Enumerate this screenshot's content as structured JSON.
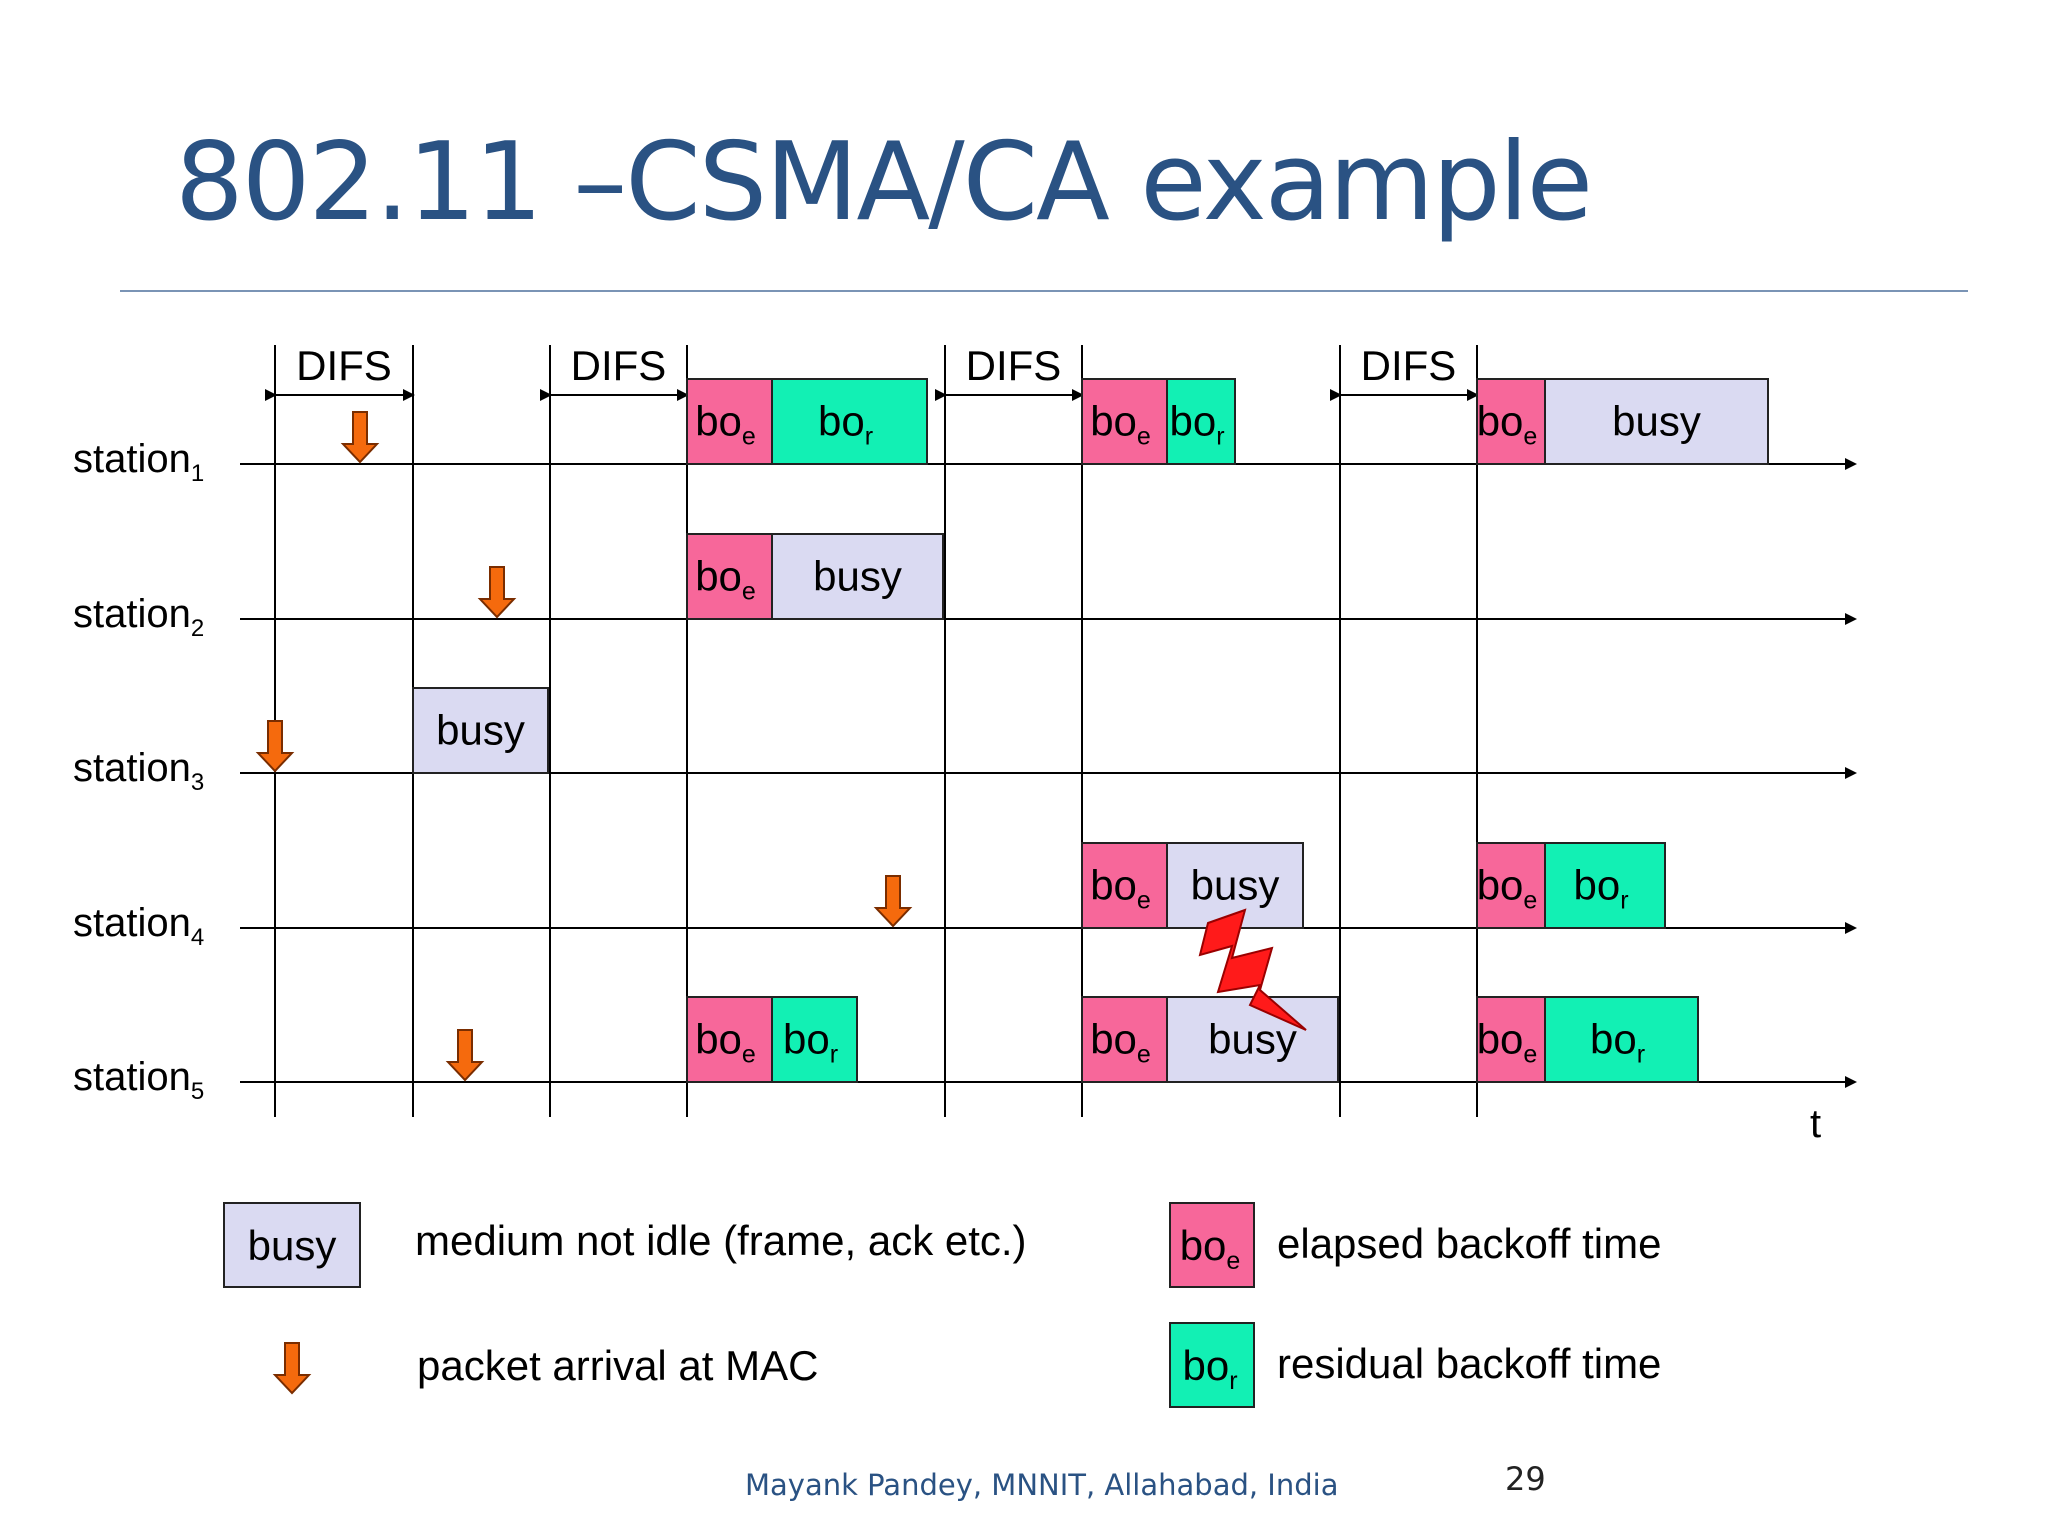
{
  "title": "802.11 –CSMA/CA example",
  "footer": {
    "author": "Mayank Pandey, MNNIT, Allahabad, India",
    "page": "29"
  },
  "colors": {
    "title": "#2a5283",
    "busy": "#dadaf2",
    "boe": "#f7679a",
    "bor": "#12f0b4",
    "arrow": "#f56a0d",
    "lightning": "#ff1a1a"
  },
  "labels": {
    "difs": "DIFS",
    "time_axis": "t",
    "station_prefix": "station",
    "busy": "busy",
    "bo": "bo",
    "sub_e": "e",
    "sub_r": "r"
  },
  "stations": [
    {
      "sub": "1"
    },
    {
      "sub": "2"
    },
    {
      "sub": "3"
    },
    {
      "sub": "4"
    },
    {
      "sub": "5"
    }
  ],
  "legend": {
    "busy_text": "medium not idle (frame, ack etc.)",
    "arrow_text": "packet arrival at MAC",
    "boe_text": "elapsed backoff time",
    "bor_text": "residual backoff time"
  },
  "icons": [
    "packet-arrival-arrow-icon",
    "collision-lightning-icon"
  ]
}
